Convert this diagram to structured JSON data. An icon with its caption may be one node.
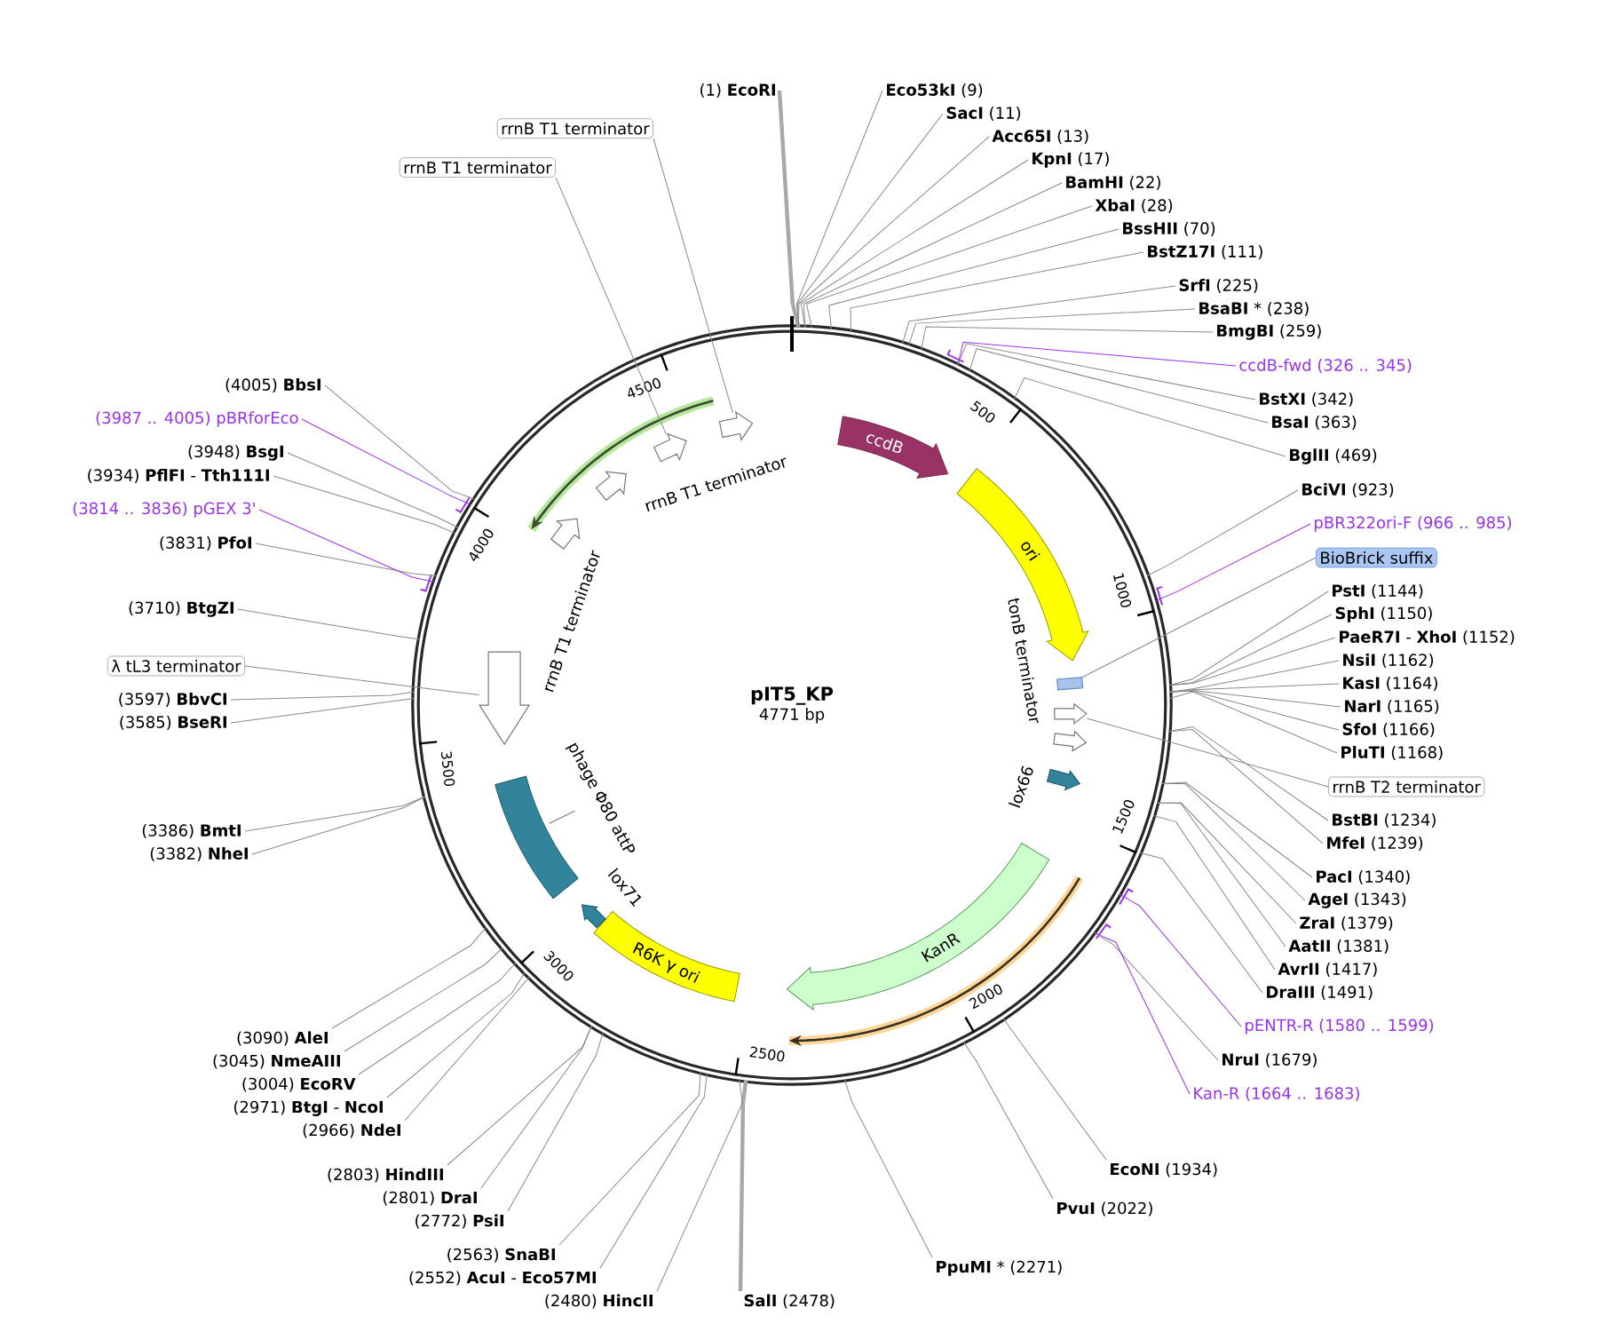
{
  "diagram": {
    "nodes": [
      {
        "text": [
          "pIT5_KP",
          "4771 bp"
        ]
      },
      {
        "text": [
          "ccdB"
        ],
        "in": 0
      },
      {
        "text": [
          "ori"
        ],
        "in": 0
      },
      {
        "text": [],
        "shape": "box",
        "in": 0
      },
      {
        "text": [],
        "shape": "arrow",
        "in": 0
      },
      {
        "text": [],
        "shape": "arrow",
        "in": 0
      },
      {
        "text": [],
        "shape": "arrow",
        "in": 0,
        "beside": [
          "lox66"
        ]
      },
      {
        "text": [
          "KanR"
        ],
        "in": 0
      },
      {
        "text": [],
        "shape": "arrow",
        "in": 0
      },
      {
        "text": [
          "R6K γ ori"
        ],
        "in": 0
      },
      {
        "text": [],
        "shape": "arrow",
        "in": 0,
        "beside": [
          "lox71"
        ]
      },
      {
        "text": [],
        "shape": "bar",
        "in": 0,
        "beside": [
          "phage Φ80 attP"
        ]
      },
      {
        "text": [],
        "shape": "arrow",
        "in": 0
      },
      {
        "text": [],
        "shape": "arrow",
        "in": 0,
        "beside": [
          "rrnB T1 terminator"
        ]
      },
      {
        "text": [],
        "shape": "arrow",
        "in": 0
      },
      {
        "text": [],
        "shape": "arrow",
        "in": 0,
        "beside": [
          "rrnB T1 terminator"
        ]
      },
      {
        "text": [],
        "shape": "arrow",
        "in": 0
      },
      {
        "text": [
          "(1) **EcoRI**"
        ]
      },
      {
        "text": [
          "**Eco53kI** (9)"
        ]
      },
      {
        "text": [
          "**SacI** (11)"
        ]
      },
      {
        "text": [
          "**Acc65I** (13)"
        ]
      },
      {
        "text": [
          "**KpnI** (17)"
        ]
      },
      {
        "text": [
          "**BamHI** (22)"
        ]
      },
      {
        "text": [
          "**XbaI** (28)"
        ]
      },
      {
        "text": [
          "**BssHII** (70)"
        ]
      },
      {
        "text": [
          "**BstZ17I** (111)"
        ]
      },
      {
        "text": [
          "**SrfI** (225)"
        ]
      },
      {
        "text": [
          "**BsaBI** * (238)"
        ]
      },
      {
        "text": [
          "**BmgBI** (259)"
        ]
      },
      {
        "text": [
          "ccdB-fwd (326 .. 345)"
        ]
      },
      {
        "text": [
          "**BstXI** (342)"
        ]
      },
      {
        "text": [
          "**BsaI** (363)"
        ]
      },
      {
        "text": [
          "**BglII** (469)"
        ]
      },
      {
        "text": [
          "**BciVI** (923)"
        ]
      },
      {
        "text": [
          "pBR322ori-F (966 .. 985)"
        ]
      },
      {
        "text": [
          "BioBrick suffix"
        ]
      },
      {
        "text": [
          "**PstI** (1144)"
        ]
      },
      {
        "text": [
          "**SphI** (1150)"
        ]
      },
      {
        "text": [
          "**PaeR7I** - **XhoI** (1152)"
        ]
      },
      {
        "text": [
          "**NsiI** (1162)"
        ]
      },
      {
        "text": [
          "**KasI** (1164)"
        ]
      },
      {
        "text": [
          "**NarI** (1165)"
        ]
      },
      {
        "text": [
          "**SfoI** (1166)"
        ]
      },
      {
        "text": [
          "**PluTI** (1168)"
        ]
      },
      {
        "text": [
          "rrnB T2 terminator"
        ]
      },
      {
        "text": [
          "**BstBI** (1234)"
        ]
      },
      {
        "text": [
          "**MfeI** (1239)"
        ]
      },
      {
        "text": [
          "**PacI** (1340)"
        ]
      },
      {
        "text": [
          "**AgeI** (1343)"
        ]
      },
      {
        "text": [
          "**ZraI** (1379)"
        ]
      },
      {
        "text": [
          "**AatII** (1381)"
        ]
      },
      {
        "text": [
          "**AvrII** (1417)"
        ]
      },
      {
        "text": [
          "**DraIII** (1491)"
        ]
      },
      {
        "text": [
          "pENTR-R (1580 .. 1599)"
        ]
      },
      {
        "text": [
          "**NruI** (1679)"
        ]
      },
      {
        "text": [
          "Kan-R (1664 .. 1683)"
        ]
      },
      {
        "text": [
          "**EcoNI** (1934)"
        ]
      },
      {
        "text": [
          "**PvuI** (2022)"
        ]
      },
      {
        "text": [
          "**PpuMI** * (2271)"
        ]
      },
      {
        "text": [
          "**SalI** (2478)"
        ]
      },
      {
        "text": [
          "(2480) **HincII**"
        ]
      },
      {
        "text": [
          "(2552) **AcuI** - **Eco57MI**"
        ]
      },
      {
        "text": [
          "(2563) **SnaBI**"
        ]
      },
      {
        "text": [
          "(2772) **PsiI**"
        ]
      },
      {
        "text": [
          "(2801) **DraI**"
        ]
      },
      {
        "text": [
          "(2803) **HindIII**"
        ]
      },
      {
        "text": [
          "(2966) **NdeI**"
        ]
      },
      {
        "text": [
          "(2971) **BtgI** - **NcoI**"
        ]
      },
      {
        "text": [
          "(3004) **EcoRV**"
        ]
      },
      {
        "text": [
          "(3045) **NmeAIII**"
        ]
      },
      {
        "text": [
          "(3090) **AleI**"
        ]
      },
      {
        "text": [
          "(3382) **NheI**"
        ]
      },
      {
        "text": [
          "(3386) **BmtI**"
        ]
      },
      {
        "text": [
          "(3585) **BseRI**"
        ]
      },
      {
        "text": [
          "(3597) **BbvCI**"
        ]
      },
      {
        "text": [
          "λ tL3 terminator"
        ]
      },
      {
        "text": [
          "(3710) **BtgZI**"
        ]
      },
      {
        "text": [
          "(3831) **PfoI**"
        ]
      },
      {
        "text": [
          "(3814 .. 3836) pGEX 3'"
        ]
      },
      {
        "text": [
          "(3934) **PflFI** - **Tth111I**"
        ]
      },
      {
        "text": [
          "(3948) **BsgI**"
        ]
      },
      {
        "text": [
          "(3987 .. 4005) pBRforEco"
        ]
      },
      {
        "text": [
          "(4005) **BbsI**"
        ]
      },
      {
        "text": [
          "rrnB T1 terminator"
        ]
      },
      {
        "text": [
          "rrnB T1 terminator"
        ]
      }
    ],
    "edges": [
      {
        "from": 17,
        "to": 0,
        "arrow": "none",
        "style": "thick"
      },
      {
        "from": 18,
        "to": 0,
        "arrow": "none"
      },
      {
        "from": 19,
        "to": 0,
        "arrow": "none"
      },
      {
        "from": 20,
        "to": 0,
        "arrow": "none"
      },
      {
        "from": 21,
        "to": 0,
        "arrow": "none"
      },
      {
        "from": 22,
        "to": 0,
        "arrow": "none"
      },
      {
        "from": 23,
        "to": 0,
        "arrow": "none"
      },
      {
        "from": 24,
        "to": 0,
        "arrow": "none"
      },
      {
        "from": 25,
        "to": 0,
        "arrow": "none"
      },
      {
        "from": 26,
        "to": 0,
        "arrow": "none"
      },
      {
        "from": 27,
        "to": 0,
        "arrow": "none"
      },
      {
        "from": 28,
        "to": 0,
        "arrow": "none"
      },
      {
        "from": 29,
        "to": 0,
        "arrow": "none",
        "color": "#9933ee"
      },
      {
        "from": 30,
        "to": 0,
        "arrow": "none"
      },
      {
        "from": 31,
        "to": 0,
        "arrow": "none"
      },
      {
        "from": 32,
        "to": 0,
        "arrow": "none"
      },
      {
        "from": 33,
        "to": 0,
        "arrow": "none"
      },
      {
        "from": 34,
        "to": 0,
        "arrow": "none",
        "color": "#9933ee"
      },
      {
        "from": 35,
        "to": 3,
        "arrow": "none"
      },
      {
        "from": 36,
        "to": 0,
        "arrow": "none"
      },
      {
        "from": 37,
        "to": 0,
        "arrow": "none"
      },
      {
        "from": 38,
        "to": 0,
        "arrow": "none"
      },
      {
        "from": 39,
        "to": 0,
        "arrow": "none"
      },
      {
        "from": 40,
        "to": 0,
        "arrow": "none"
      },
      {
        "from": 41,
        "to": 0,
        "arrow": "none"
      },
      {
        "from": 42,
        "to": 0,
        "arrow": "none"
      },
      {
        "from": 43,
        "to": 0,
        "arrow": "none"
      },
      {
        "from": 44,
        "to": 4,
        "arrow": "none"
      },
      {
        "from": 45,
        "to": 0,
        "arrow": "none"
      },
      {
        "from": 46,
        "to": 0,
        "arrow": "none"
      },
      {
        "from": 47,
        "to": 0,
        "arrow": "none"
      },
      {
        "from": 48,
        "to": 0,
        "arrow": "none"
      },
      {
        "from": 49,
        "to": 0,
        "arrow": "none"
      },
      {
        "from": 50,
        "to": 0,
        "arrow": "none"
      },
      {
        "from": 51,
        "to": 0,
        "arrow": "none"
      },
      {
        "from": 52,
        "to": 0,
        "arrow": "none"
      },
      {
        "from": 53,
        "to": 0,
        "arrow": "none",
        "color": "#9933ee"
      },
      {
        "from": 54,
        "to": 0,
        "arrow": "none"
      },
      {
        "from": 55,
        "to": 0,
        "arrow": "none",
        "color": "#9933ee"
      },
      {
        "from": 56,
        "to": 0,
        "arrow": "none"
      },
      {
        "from": 57,
        "to": 0,
        "arrow": "none"
      },
      {
        "from": 58,
        "to": 0,
        "arrow": "none"
      },
      {
        "from": 59,
        "to": 0,
        "arrow": "none",
        "style": "thick"
      },
      {
        "from": 60,
        "to": 0,
        "arrow": "none"
      },
      {
        "from": 61,
        "to": 0,
        "arrow": "none"
      },
      {
        "from": 62,
        "to": 0,
        "arrow": "none"
      },
      {
        "from": 63,
        "to": 0,
        "arrow": "none"
      },
      {
        "from": 64,
        "to": 0,
        "arrow": "none"
      },
      {
        "from": 65,
        "to": 0,
        "arrow": "none"
      },
      {
        "from": 66,
        "to": 0,
        "arrow": "none"
      },
      {
        "from": 67,
        "to": 0,
        "arrow": "none"
      },
      {
        "from": 68,
        "to": 0,
        "arrow": "none"
      },
      {
        "from": 69,
        "to": 0,
        "arrow": "none"
      },
      {
        "from": 70,
        "to": 0,
        "arrow": "none"
      },
      {
        "from": 71,
        "to": 0,
        "arrow": "none"
      },
      {
        "from": 72,
        "to": 0,
        "arrow": "none"
      },
      {
        "from": 73,
        "to": 0,
        "arrow": "none"
      },
      {
        "from": 74,
        "to": 0,
        "arrow": "none"
      },
      {
        "from": 75,
        "to": 12,
        "arrow": "none"
      },
      {
        "from": 76,
        "to": 0,
        "arrow": "none"
      },
      {
        "from": 77,
        "to": 0,
        "arrow": "none"
      },
      {
        "from": 78,
        "to": 0,
        "arrow": "none",
        "color": "#9933ee"
      },
      {
        "from": 79,
        "to": 0,
        "arrow": "none"
      },
      {
        "from": 80,
        "to": 0,
        "arrow": "none"
      },
      {
        "from": 81,
        "to": 0,
        "arrow": "none",
        "color": "#9933ee"
      },
      {
        "from": 82,
        "to": 0,
        "arrow": "none"
      },
      {
        "from": 83,
        "to": 15,
        "arrow": "none"
      },
      {
        "from": 84,
        "to": 16,
        "arrow": "none"
      }
    ],
    "labels": [
      "500",
      "1000",
      "1500",
      "2000",
      "2500",
      "3000",
      "3500",
      "4000",
      "4500",
      "tonB terminator"
    ]
  }
}
